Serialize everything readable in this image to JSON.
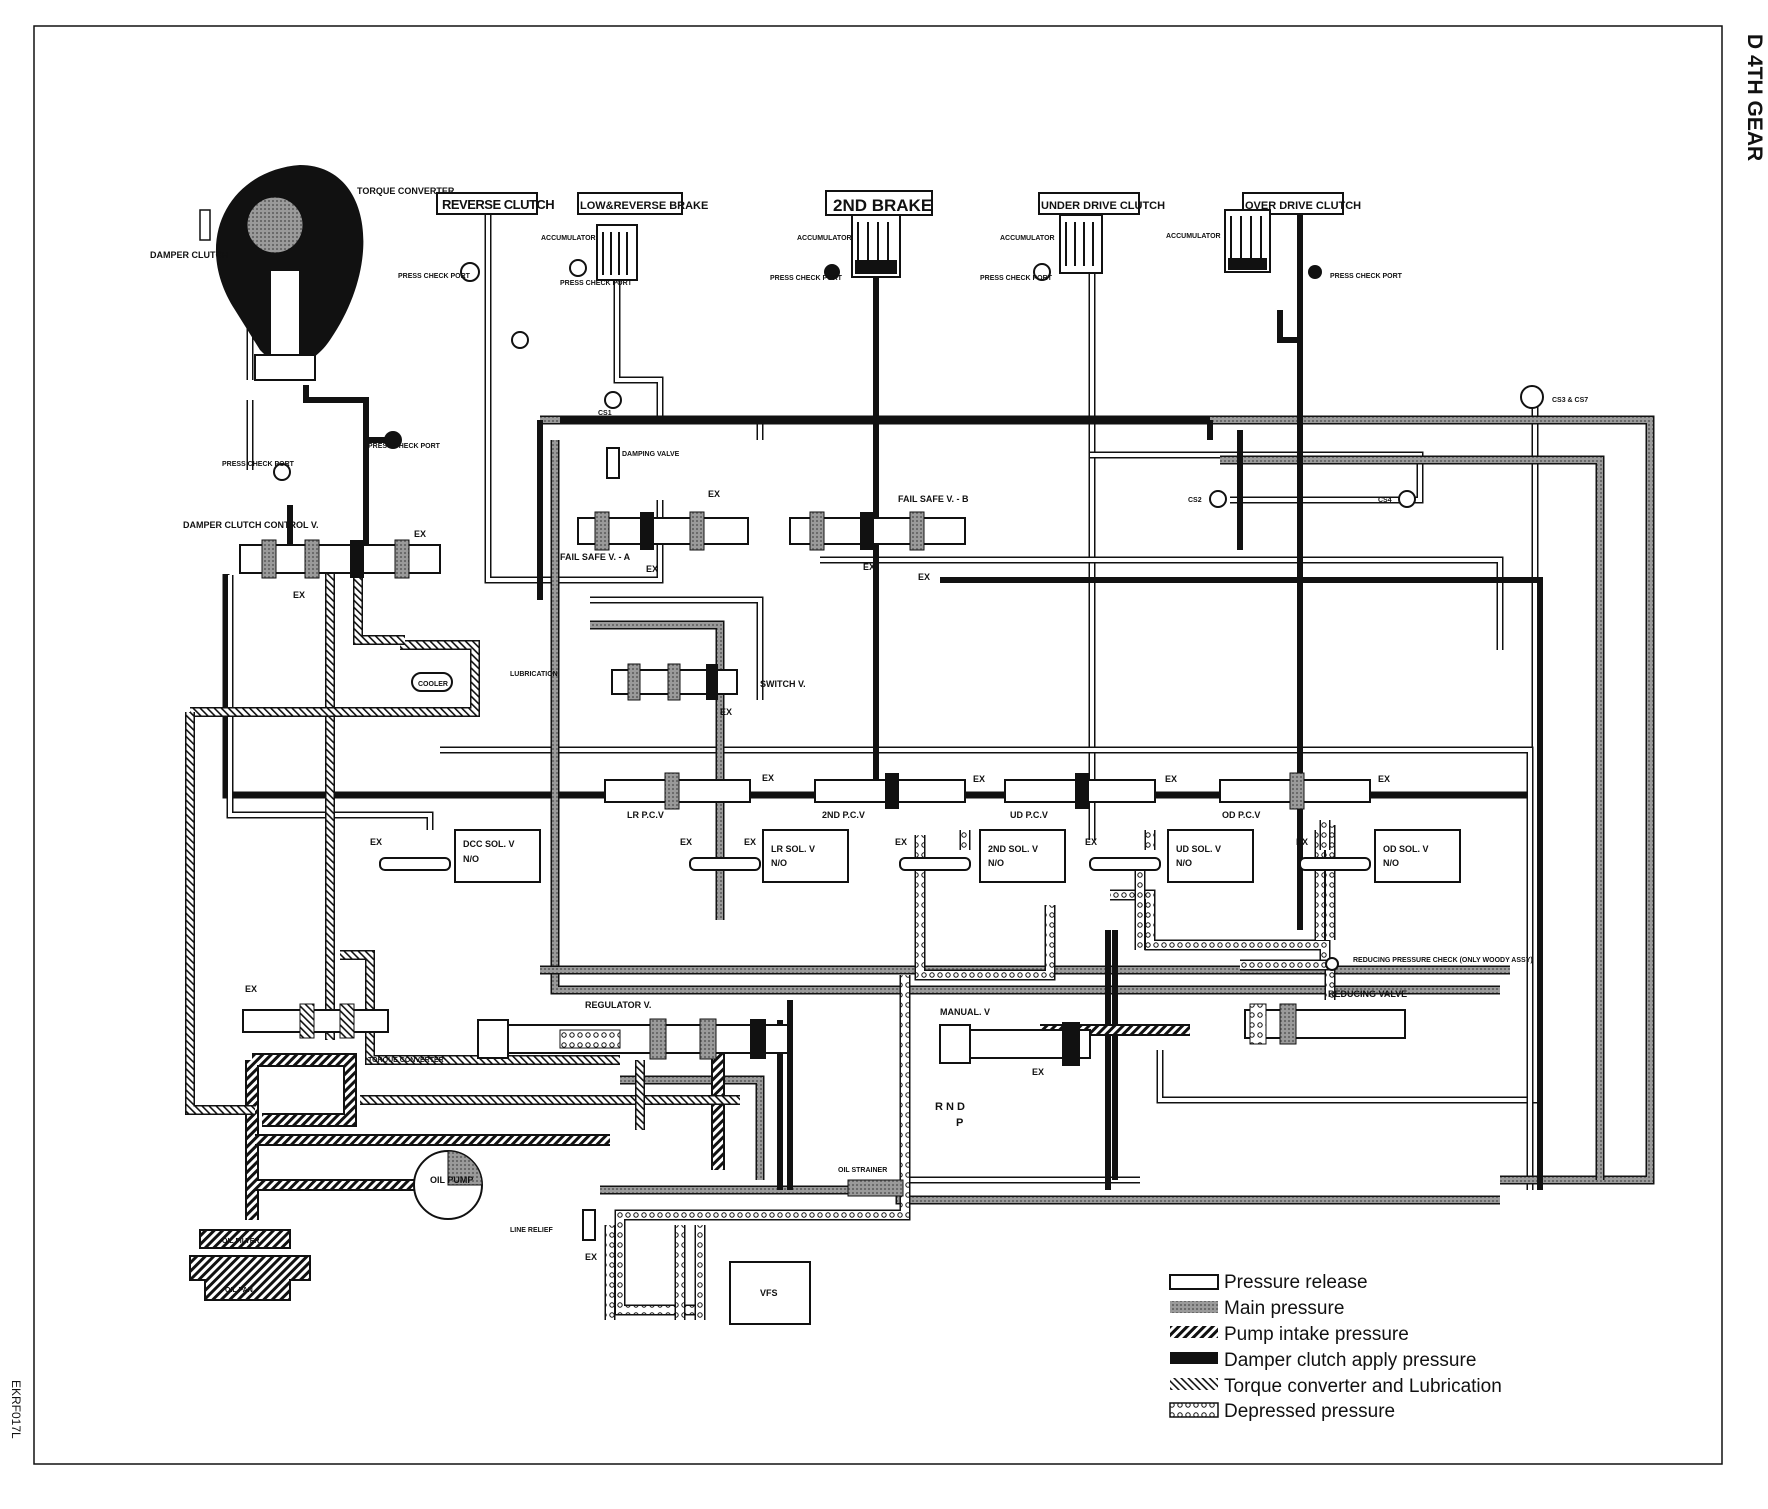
{
  "page": {
    "title": "D 4TH GEAR",
    "figure_code": "EKRF017L"
  },
  "components": {
    "reverse_clutch": "REVERSE CLUTCH",
    "low_reverse_brake": "LOW&REVERSE BRAKE",
    "second_brake": "2ND BRAKE",
    "under_drive_clutch": "UNDER DRIVE CLUTCH",
    "over_drive_clutch": "OVER DRIVE CLUTCH",
    "torque_converter": "TORQUE CONVERTER",
    "damper_clutch": "DAMPER CLUTCH",
    "damper_clutch_control_valve": "DAMPER CLUTCH CONTROL V.",
    "accumulator": "ACCUMULATOR",
    "press_check_port": "PRESS CHECK PORT",
    "damping_valve": "DAMPING VALVE",
    "fail_safe_a": "FAIL SAFE V. - A",
    "fail_safe_b": "FAIL SAFE V. - B",
    "switch_valve": "SWITCH V.",
    "cooler": "COOLER",
    "lubrication": "LUBRICATION",
    "lr_pcv": "LR P.C.V",
    "second_pcv": "2ND P.C.V",
    "ud_pcv": "UD P.C.V",
    "od_pcv": "OD P.C.V",
    "dcc_sol": "DCC SOL. V",
    "lr_sol": "LR SOL. V",
    "second_sol": "2ND SOL. V",
    "ud_sol": "UD SOL. V",
    "od_sol": "OD SOL. V",
    "no": "N/O",
    "regulator_valve": "REGULATOR V.",
    "torque_converter_valve": "TORQUE CONVERTER",
    "manual_valve": "MANUAL. V",
    "reducing_valve": "REDUCING VALVE",
    "reducing_check": "REDUCING PRESSURE CHECK (ONLY WOODY ASSY)",
    "oil_pump": "OIL PUMP",
    "oil_strainer": "OIL STRAINER",
    "oil_filter": "OIL FILTER",
    "oil_pan": "OIL PAN",
    "line_relief": "LINE RELIEF",
    "vfs": "VFS",
    "ex": "EX",
    "cs1": "CS1",
    "cs2": "CS2",
    "cs3": "CS3 & CS7",
    "cs4": "CS4",
    "manual_positions": "R N D",
    "manual_p": "P"
  },
  "legend": [
    {
      "pattern": "release",
      "label": "Pressure release"
    },
    {
      "pattern": "main",
      "label": "Main pressure"
    },
    {
      "pattern": "intake",
      "label": "Pump intake pressure"
    },
    {
      "pattern": "damper",
      "label": "Damper clutch apply pressure"
    },
    {
      "pattern": "tc",
      "label": "Torque converter and Lubrication"
    },
    {
      "pattern": "depressed",
      "label": "Depressed pressure"
    }
  ],
  "colors": {
    "ink": "#111111",
    "main": "#8a8a8a",
    "damper": "#111111"
  }
}
